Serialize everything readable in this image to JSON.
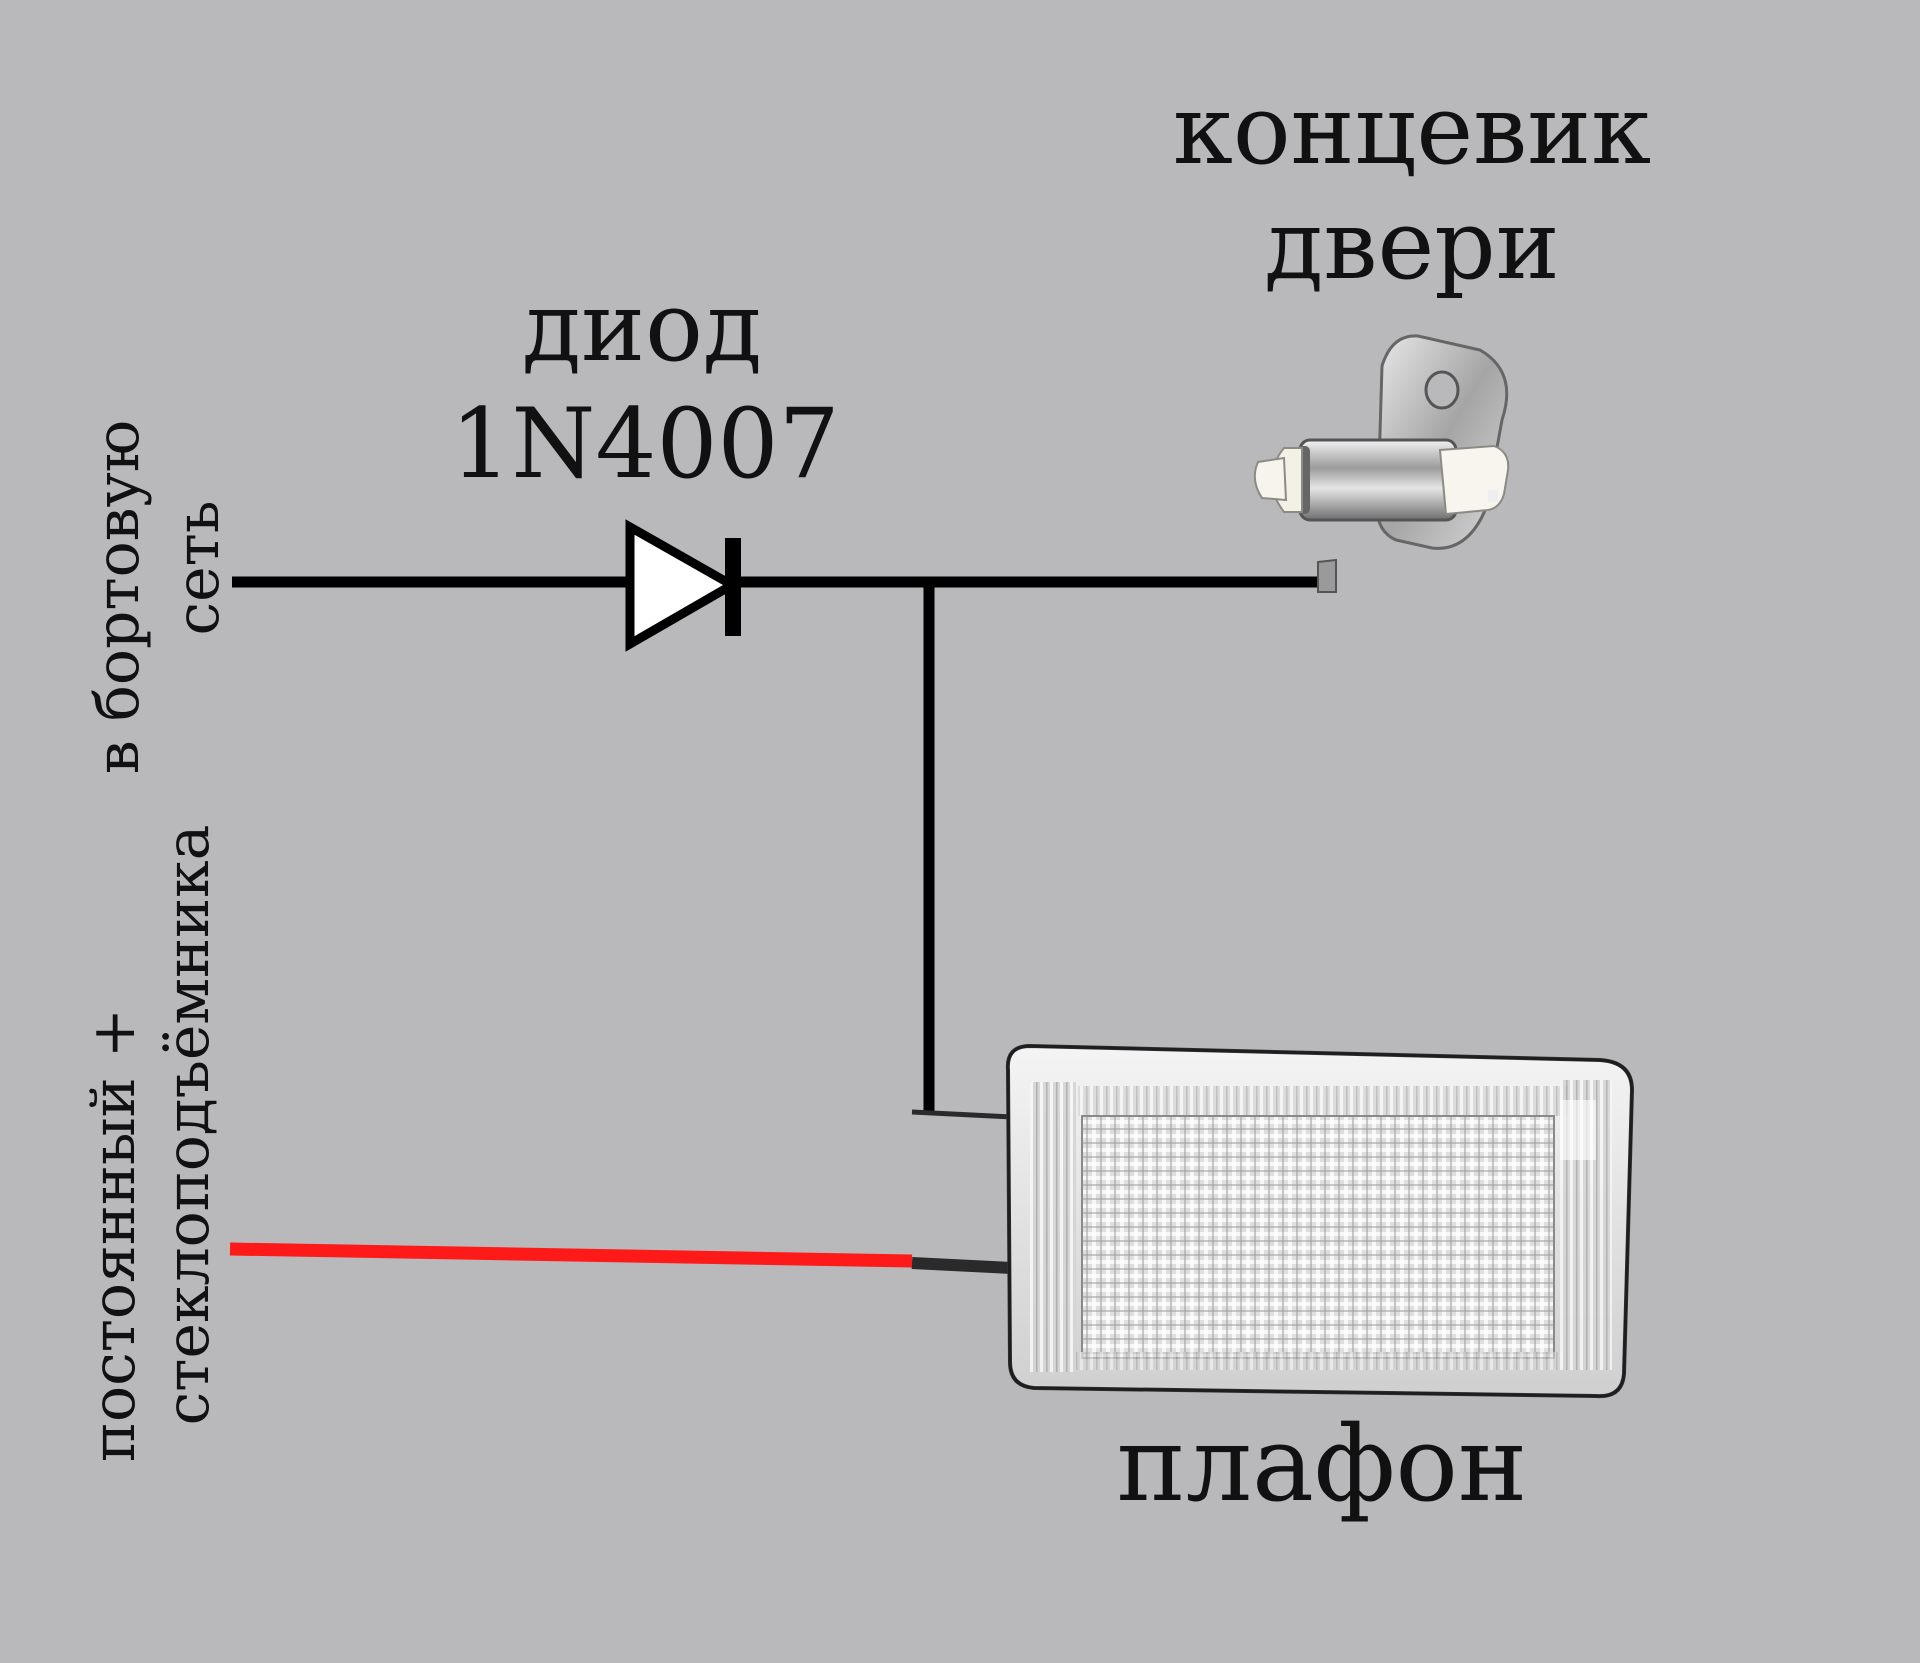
{
  "labels": {
    "switch_line1": "концевик",
    "switch_line2": "двери",
    "diode_line1": "диод",
    "diode_line2": "1N4007",
    "supply_line1": "в бортовую",
    "supply_line2": "сеть",
    "constant_line1": "постоянный +",
    "constant_line2": "стеклоподъёмника",
    "lamp": "плафон"
  },
  "colors": {
    "background": "#b9b9bb",
    "wire": "#000000",
    "constant_wire": "#ff1a1a",
    "text": "#111111"
  },
  "icons": {
    "diode": "diode-symbol-icon",
    "door_switch": "door-switch-icon",
    "lamp": "dome-lamp-icon"
  }
}
